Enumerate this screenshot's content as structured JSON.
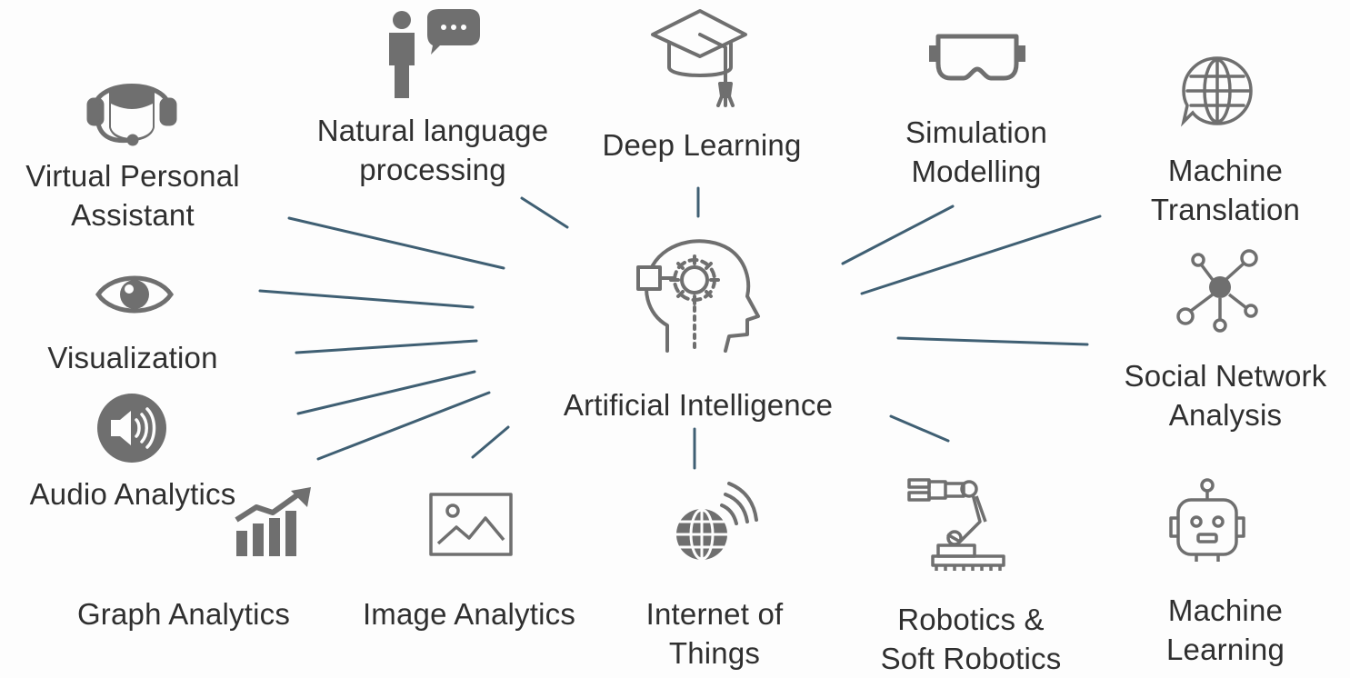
{
  "center": {
    "label": "Artificial Intelligence",
    "icon": "head-gear-icon"
  },
  "nodes": [
    {
      "id": "virtual-personal-assistant",
      "lines": [
        "Virtual Personal",
        "Assistant"
      ],
      "icon": "headset-person-icon"
    },
    {
      "id": "natural-language-processing",
      "lines": [
        "Natural language",
        "processing"
      ],
      "icon": "person-speech-bubble-icon"
    },
    {
      "id": "deep-learning",
      "lines": [
        "Deep Learning"
      ],
      "icon": "graduation-cap-icon"
    },
    {
      "id": "simulation-modelling",
      "lines": [
        "Simulation",
        "Modelling"
      ],
      "icon": "vr-goggles-icon"
    },
    {
      "id": "machine-translation",
      "lines": [
        "Machine",
        "Translation"
      ],
      "icon": "globe-chat-icon"
    },
    {
      "id": "visualization",
      "lines": [
        "Visualization"
      ],
      "icon": "eye-icon"
    },
    {
      "id": "social-network-analysis",
      "lines": [
        "Social Network",
        "Analysis"
      ],
      "icon": "network-graph-icon"
    },
    {
      "id": "audio-analytics",
      "lines": [
        "Audio Analytics"
      ],
      "icon": "speaker-icon"
    },
    {
      "id": "graph-analytics",
      "lines": [
        "Graph Analytics"
      ],
      "icon": "bar-trend-icon"
    },
    {
      "id": "image-analytics",
      "lines": [
        "Image Analytics"
      ],
      "icon": "image-frame-icon"
    },
    {
      "id": "internet-of-things",
      "lines": [
        "Internet of",
        "Things"
      ],
      "icon": "globe-signal-icon"
    },
    {
      "id": "robotics-soft-robotics",
      "lines": [
        "Robotics &",
        "Soft Robotics"
      ],
      "icon": "robot-arm-icon"
    },
    {
      "id": "machine-learning",
      "lines": [
        "Machine",
        "Learning"
      ],
      "icon": "robot-head-icon"
    }
  ],
  "colors": {
    "connector": "#3f5f73",
    "icon": "#6f6f6f",
    "text": "#2f2f2f",
    "background": "#fdfdfd"
  }
}
